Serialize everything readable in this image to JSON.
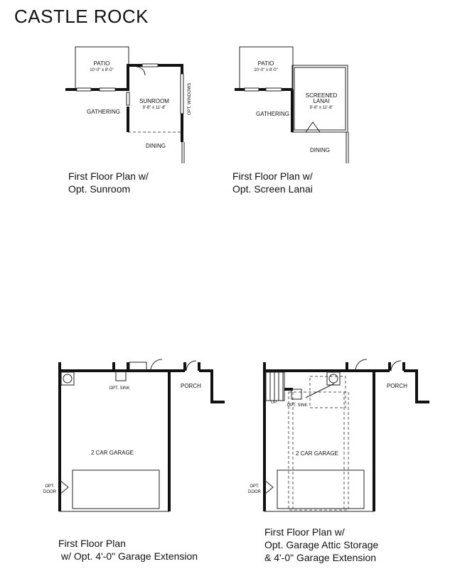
{
  "title": "CASTLE ROCK",
  "plans": {
    "sunroom": {
      "caption": [
        "First Floor Plan w/",
        "Opt. Sunroom"
      ],
      "patio": "PATIO",
      "patio_size": "10'-0\" x 8'-0\"",
      "room": "SUNROOM",
      "room_size": "9'-8\" x 11'-8\"",
      "windows": "OPT. WINDOWS",
      "gathering": "GATHERING",
      "dining": "DINING"
    },
    "lanai": {
      "caption": [
        "First Floor Plan w/",
        "Opt. Screen Lanai"
      ],
      "patio": "PATIO",
      "patio_size": "10'-0\" x 8'-0\"",
      "room_line1": "SCREENED",
      "room_line2": "LANAI",
      "room_size": "9'-8\" x 11'-8\"",
      "gathering": "GATHERING",
      "dining": "DINING"
    },
    "garage_ext": {
      "caption": [
        "First Floor Plan",
        "w/ Opt. 4'-0\" Garage Extension"
      ],
      "garage": "2 CAR GARAGE",
      "porch": "PORCH",
      "sink": "OPT. SINK",
      "door_line1": "OPT.",
      "door_line2": "DOOR"
    },
    "garage_attic": {
      "caption": [
        "First Floor Plan w/",
        "Opt. Garage Attic Storage",
        "& 4'-0\" Garage Extension"
      ],
      "garage": "2 CAR GARAGE",
      "porch": "PORCH",
      "sink": "OPT. SINK",
      "up": "UP",
      "door_line1": "OPT.",
      "door_line2": "DOOR"
    }
  }
}
